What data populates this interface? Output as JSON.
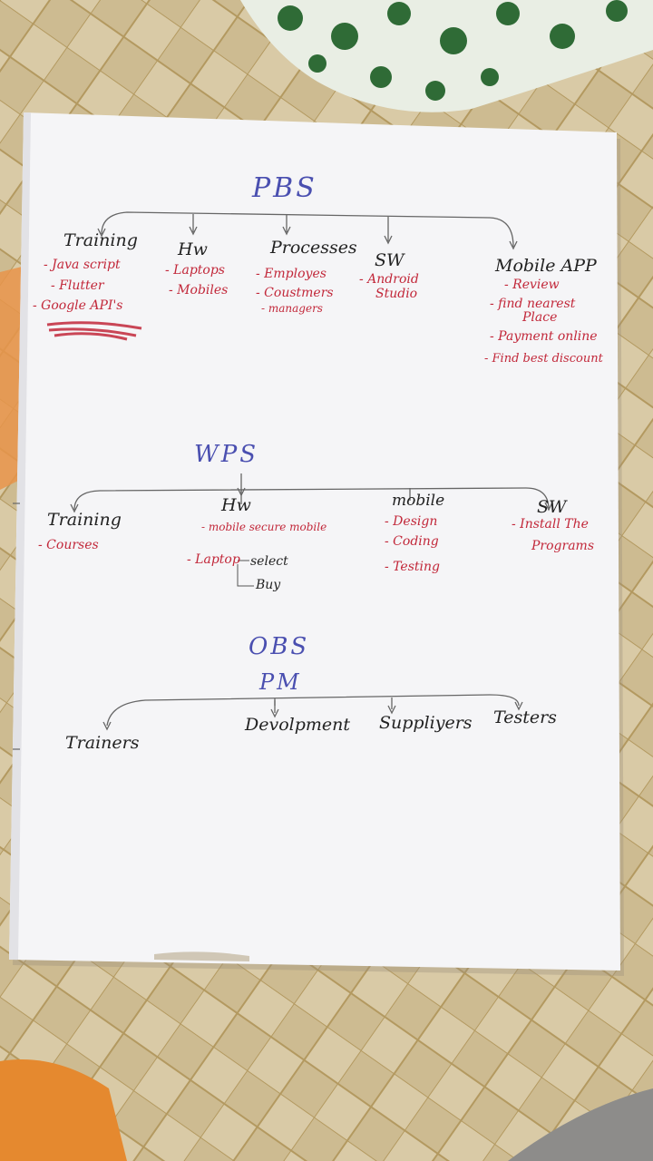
{
  "colors": {
    "blue_ink": "#4a4fb0",
    "black_ink": "#222222",
    "red_ink": "#c2283a",
    "paper": "#f6f6f8",
    "fabric_beige": "#d8c9a4",
    "fabric_line": "#b49a66",
    "green_cloth": "#2f6b36",
    "orange_cloth": "#e5892f"
  },
  "pbs": {
    "title": "PBS",
    "branches": [
      {
        "label": "Training",
        "items": [
          "- Java script",
          "- Flutter",
          "- Google API's"
        ]
      },
      {
        "label": "Hw",
        "items": [
          "- Laptops",
          "- Mobiles"
        ]
      },
      {
        "label": "Processes",
        "items": [
          "- Employes",
          "- Coustmers",
          "- managers"
        ]
      },
      {
        "label": "SW",
        "items": [
          "- Android",
          "Studio"
        ]
      },
      {
        "label": "Mobile APP",
        "items": [
          "- Review",
          "- find nearest",
          "Place",
          "- Payment online",
          "- Find best discount"
        ]
      }
    ]
  },
  "wps": {
    "title": "WPS",
    "branches": [
      {
        "label": "Training",
        "items": [
          "- Courses"
        ]
      },
      {
        "label": "Hw",
        "items": [
          "- mobile secure mobile",
          "- Laptop",
          "select",
          "Buy"
        ]
      },
      {
        "label": "mobile",
        "items": [
          "- Design",
          "- Coding",
          "- Testing"
        ]
      },
      {
        "label": "SW",
        "items": [
          "- Install The",
          "Programs"
        ]
      }
    ]
  },
  "obs": {
    "title": "OBS",
    "root": "PM",
    "branches": [
      "Trainers",
      "Devolpment",
      "Suppliyers",
      "Testers"
    ]
  }
}
